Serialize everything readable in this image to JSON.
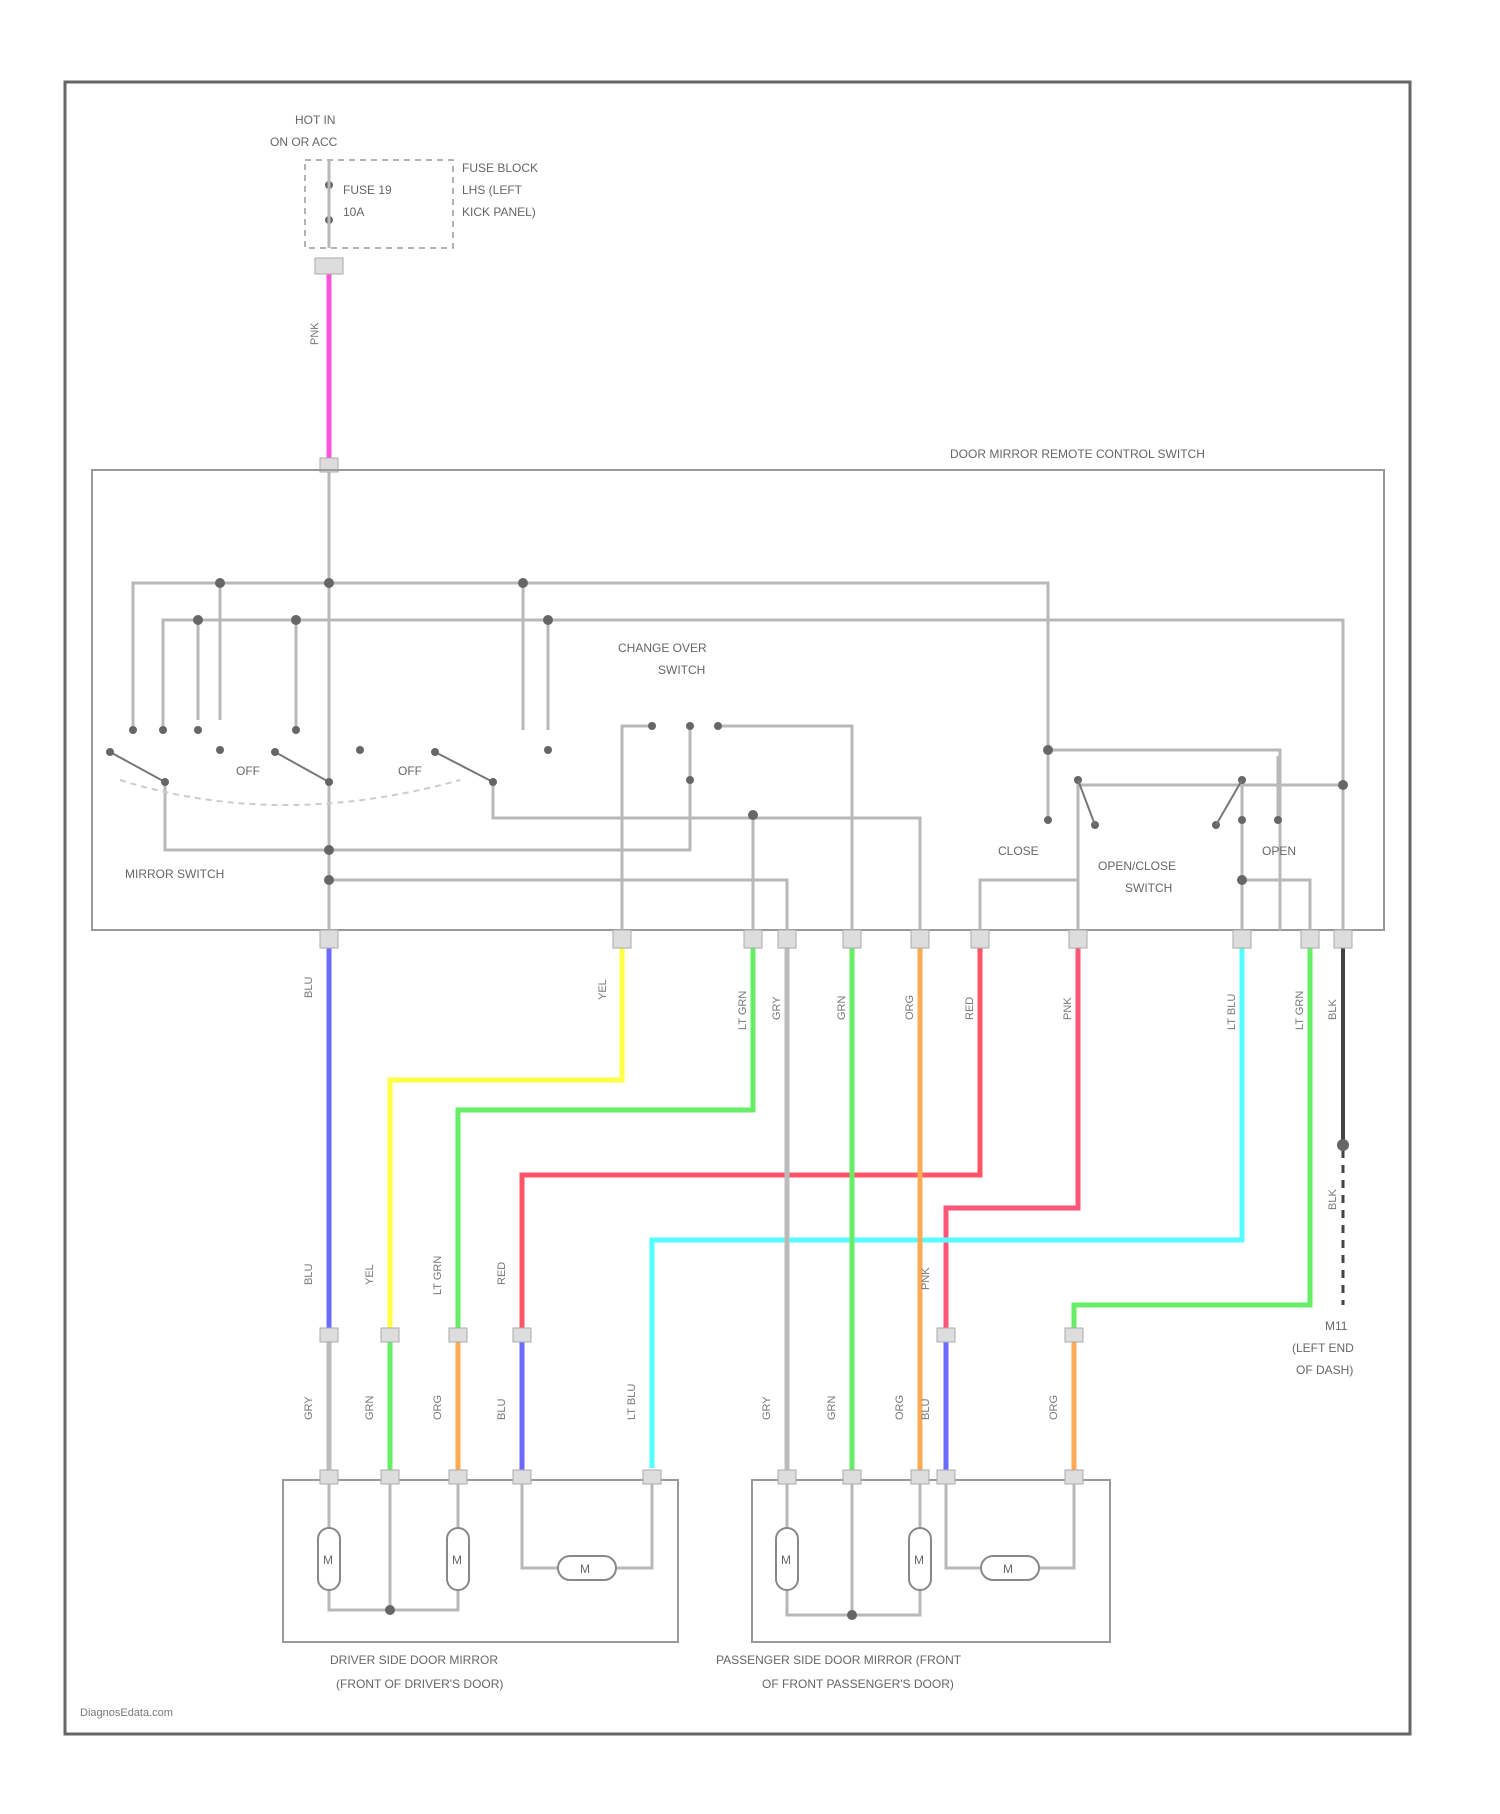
{
  "power": {
    "hot_label_1": "HOT IN",
    "hot_label_2": "ON OR ACC",
    "fuse_label_1": "FUSE 19",
    "fuse_label_2": "10A",
    "fuse_block_1": "FUSE BLOCK",
    "fuse_block_2": "LHS (LEFT",
    "fuse_block_3": "KICK PANEL)",
    "feed_wire": "PNK",
    "feed_wire_color": "#ff55dd"
  },
  "switch_assembly": {
    "title": "DOOR MIRROR REMOTE CONTROL SWITCH",
    "change_over_1": "CHANGE OVER",
    "change_over_2": "SWITCH",
    "mirror_switch": "MIRROR SWITCH",
    "off_1": "OFF",
    "off_2": "OFF",
    "close": "CLOSE",
    "open": "OPEN",
    "open_close_1": "OPEN/CLOSE",
    "open_close_2": "SWITCH"
  },
  "wires": {
    "upper": [
      "BLU",
      "YEL",
      "LT GRN",
      "GRY",
      "GRN",
      "ORG",
      "RED",
      "PNK",
      "LT BLU",
      "LT GRN",
      "BLK"
    ],
    "mid": [
      "BLU",
      "YEL",
      "LT GRN",
      "RED",
      "PNK"
    ],
    "lower_driver": [
      "GRY",
      "GRN",
      "ORG",
      "BLU",
      "LT BLU"
    ],
    "lower_passenger": [
      "GRY",
      "GRN",
      "ORG",
      "BLU",
      "ORG"
    ],
    "colors": {
      "blue": "#6b6bff",
      "yellow": "#ffff44",
      "green": "#66ee66",
      "red": "#ff5566",
      "pink": "#ff5577",
      "cyan": "#55ffff",
      "orange": "#ffaa55",
      "grey": "#b8b8b8",
      "black": "#444444"
    }
  },
  "ground": {
    "wire": "BLK",
    "label_1": "M11",
    "label_2": "(LEFT END",
    "label_3": "OF DASH)"
  },
  "motors": {
    "symbol": "M"
  },
  "driver_mirror": {
    "label_1": "DRIVER SIDE DOOR MIRROR",
    "label_2": "(FRONT OF DRIVER'S DOOR)"
  },
  "passenger_mirror": {
    "label_1": "PASSENGER SIDE DOOR MIRROR (FRONT",
    "label_2": "OF FRONT PASSENGER'S DOOR)"
  },
  "footer": {
    "watermark": "DiagnosEdata.com"
  }
}
